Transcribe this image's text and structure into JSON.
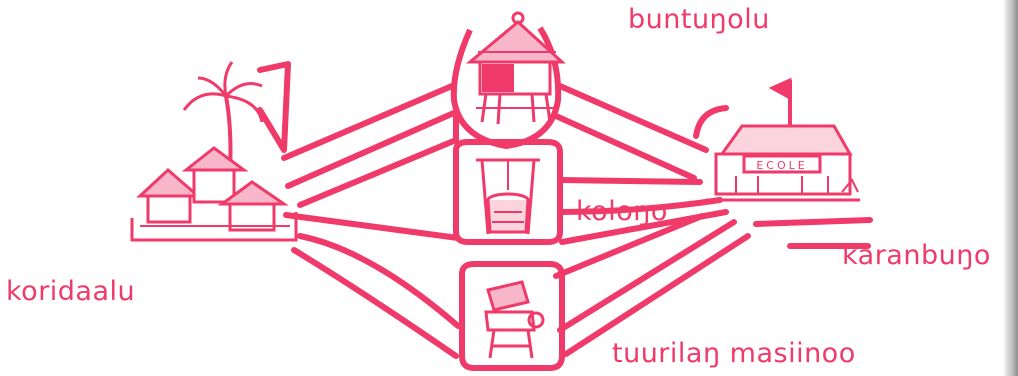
{
  "colors": {
    "ink": "#ef3a6a",
    "sketch": "#2a2a2a",
    "paper": "#ffffff"
  },
  "labels": {
    "village": "koridaalu",
    "hut": "buntuŋolu",
    "well": "koloŋo",
    "school": "karanbuŋo",
    "mill": "tuurilaŋ masiinoo"
  },
  "school_sign": "ECOLE"
}
